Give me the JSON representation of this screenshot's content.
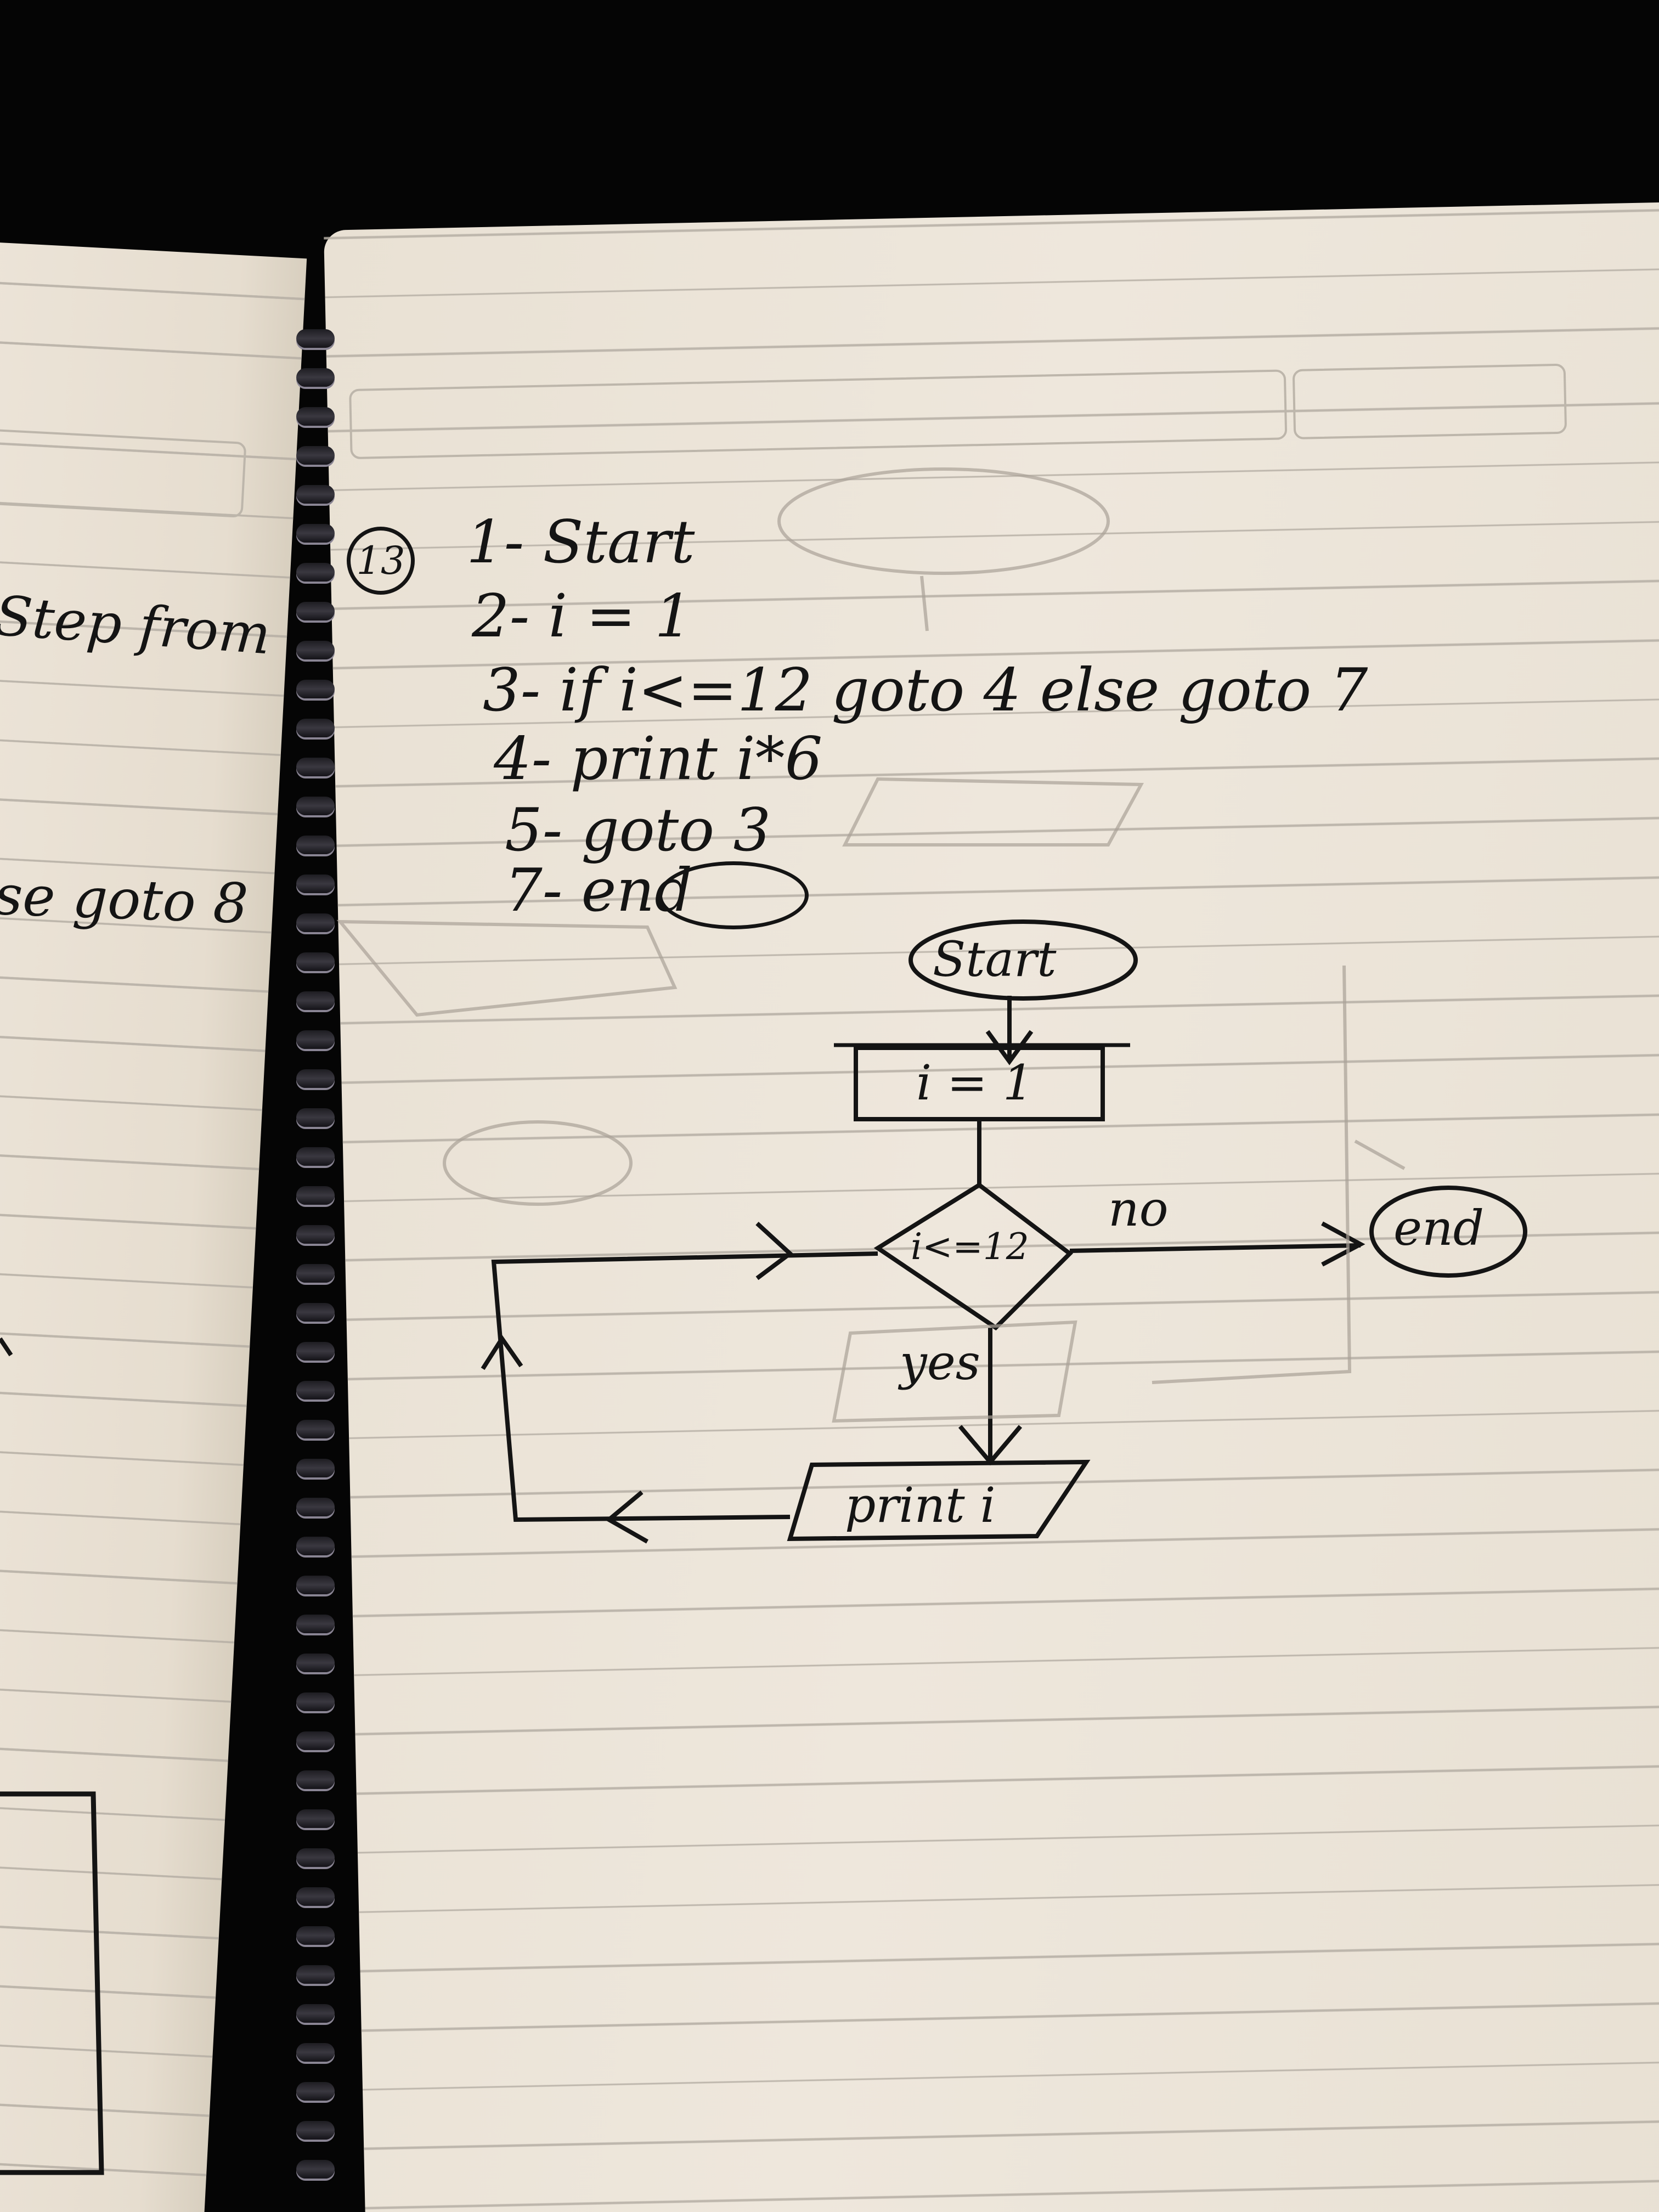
{
  "left_page": {
    "text_step_from": "Step from",
    "text_goto8": "se goto 8"
  },
  "right_page": {
    "page_number": "13",
    "algorithm": [
      "1- Start",
      "2- i = 1",
      "3- if i<=12 goto 4 else goto 7",
      "4- print i*6",
      "5- goto 3",
      "7- end"
    ],
    "flowchart": {
      "start_label": "Start",
      "init_label": "i = 1",
      "decision_label": "i<=12",
      "no_label": "no",
      "yes_label": "yes",
      "end_label": "end",
      "print_label": "print i"
    }
  },
  "colors": {
    "ink": "#141414",
    "paper": "#ece5da",
    "ruling": "#b5aea4",
    "background": "#050505"
  }
}
